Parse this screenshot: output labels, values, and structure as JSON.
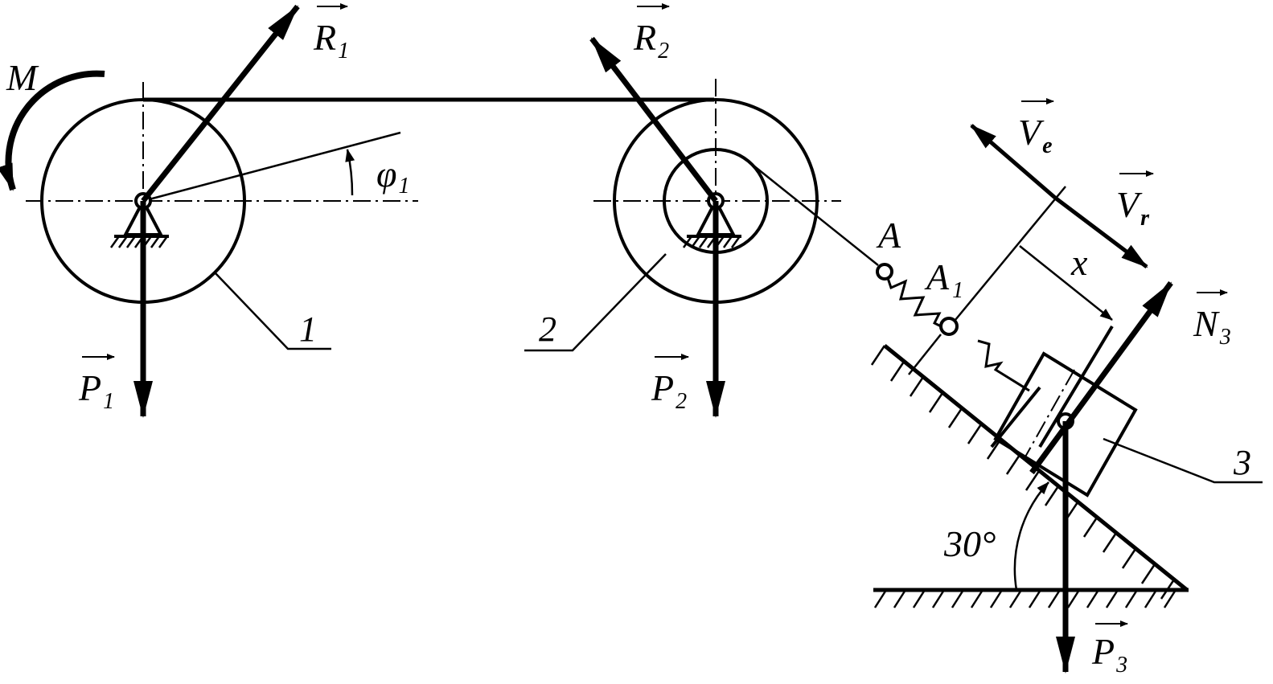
{
  "labels": {
    "moment": "M",
    "angle": "φ",
    "angle_sub": "1",
    "r1": "R",
    "r1_sub": "1",
    "r2": "R",
    "r2_sub": "2",
    "p1": "P",
    "p1_sub": "1",
    "p2": "P",
    "p2_sub": "2",
    "p3": "P",
    "p3_sub": "3",
    "n3": "N",
    "n3_sub": "3",
    "ve": "V",
    "ve_sub": "e",
    "vr": "V",
    "vr_sub": "r",
    "point_a": "A",
    "point_a1": "A",
    "point_a1_sub": "1",
    "x": "x",
    "body1": "1",
    "body2": "2",
    "body3": "3",
    "incline_angle": "30°"
  }
}
